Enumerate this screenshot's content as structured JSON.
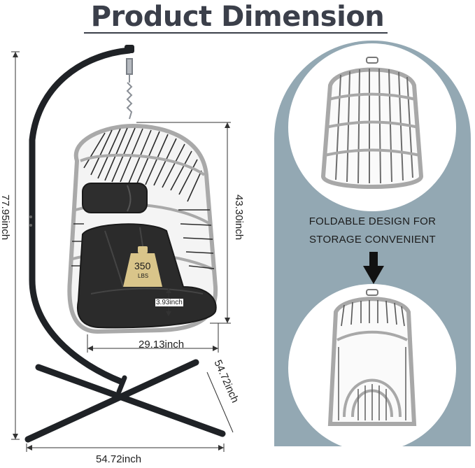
{
  "title": "Product Dimension",
  "dimensions": {
    "total_height": "77.95inch",
    "basket_height": "43.30inch",
    "basket_width": "29.13inch",
    "cushion_thickness": "3.93inch",
    "base_depth": "54.72inch",
    "base_width": "54.72inch"
  },
  "weight_badge": {
    "value": "350",
    "unit": "LBS"
  },
  "folding": {
    "caption_line1": "FOLDABLE DESIGN FOR",
    "caption_line2": "STORAGE CONVENIENT"
  },
  "colors": {
    "title": "#3b3f4a",
    "panel": "#93a8b3",
    "frame": "#1f2226",
    "rattan": "#a8a8a8",
    "cushion": "#2a2a2a",
    "badge": "#d9c58a"
  }
}
